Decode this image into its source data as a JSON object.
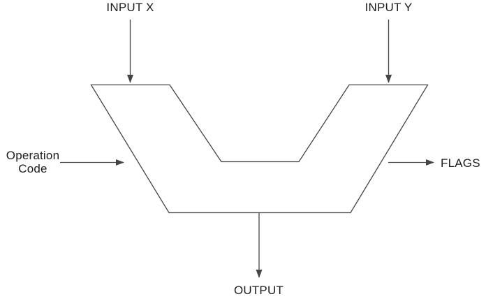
{
  "colors": {
    "background": "#ffffff",
    "line": "#454545",
    "text": "#1d1d1d"
  },
  "labels": {
    "input_x": "INPUT X",
    "input_y": "INPUT Y",
    "operation_code": "Operation\nCode",
    "flags": "FLAGS",
    "output": "OUTPUT"
  }
}
